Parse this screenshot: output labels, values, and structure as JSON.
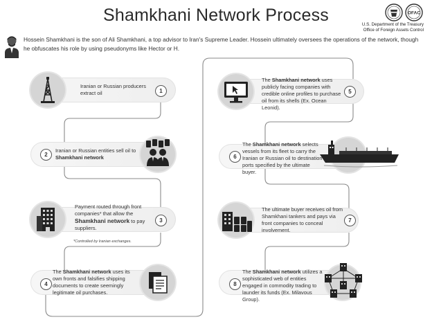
{
  "title": "Shamkhani Network Process",
  "agency": {
    "line1": "U.S. Department of the Treasury",
    "line2": "Office of Foreign Assets Control",
    "seal_text": "OFAC"
  },
  "intro": "Hossein Shamkhani is the son of Ali Shamkhani, a top advisor to Iran's Supreme Leader. Hossein ultimately oversees the operations of the network, though he obfuscates his role by using pseudonyms like Hector or H.",
  "steps": [
    {
      "number": "1",
      "pre": "Iranian or Russian producers extract oil",
      "bold": "",
      "post": "",
      "icon": "oil-derrick-icon"
    },
    {
      "number": "2",
      "pre": "Iranian or Russian entities sell oil to ",
      "bold": "Shamkhani network",
      "post": "",
      "icon": "businessmen-with-oil-barrels-icon"
    },
    {
      "number": "3",
      "pre": "Payment routed through front companies* that allow the ",
      "bold": "Shamkhani network",
      "post": " to pay suppliers.",
      "icon": "office-building-icon",
      "note": "*Controlled by Iranian exchanges."
    },
    {
      "number": "4",
      "pre": "The ",
      "bold": "Shamkhani network",
      "post": " uses its own fronts and falsifies shipping documents to create seemingly legitimate oil purchases.",
      "icon": "documents-icon"
    },
    {
      "number": "5",
      "pre": "The ",
      "bold": "Shamkhani network",
      "post": " uses publicly facing companies with credible online profiles to purchase oil from its shells (Ex. Ocean Leonid).",
      "icon": "computer-monitor-icon"
    },
    {
      "number": "6",
      "pre": "The ",
      "bold": "Shamkhani network",
      "post": " selects vessels from its fleet to carry the Iranian or Russian oil to destination ports specified by the ultimate buyer.",
      "icon": "oil-tanker-ship-icon"
    },
    {
      "number": "7",
      "pre": "The ultimate buyer receives oil from Shamkhani tankers and pays via front companies to conceal involvement.",
      "bold": "",
      "post": "",
      "icon": "buildings-with-oil-barrels-icon"
    },
    {
      "number": "8",
      "pre": "The ",
      "bold": "Shamkhani network",
      "post": " utilizes a sophisticated web of entities engaged in commodity trading to launder its funds (Ex. Milavous Group).",
      "icon": "network-of-buildings-icon"
    }
  ]
}
